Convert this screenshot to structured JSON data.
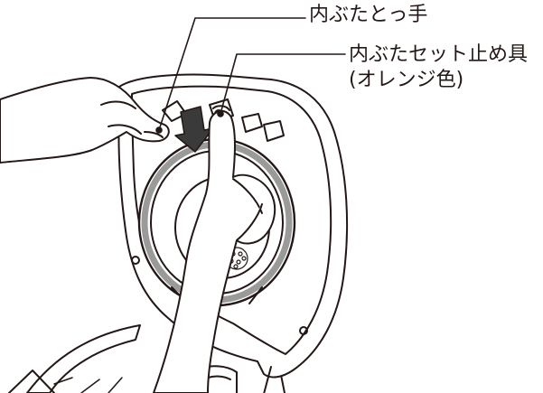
{
  "labels": {
    "inner_lid_knob": "内ぶたとっ手",
    "inner_lid_stopper": "内ぶたセット止め具",
    "inner_lid_stopper_note": "(オレンジ色)"
  },
  "colors": {
    "line": "#231815",
    "background": "#ffffff",
    "gasket_gray": "#9a9a9a",
    "arrow_dark": "#3a3a3a"
  }
}
